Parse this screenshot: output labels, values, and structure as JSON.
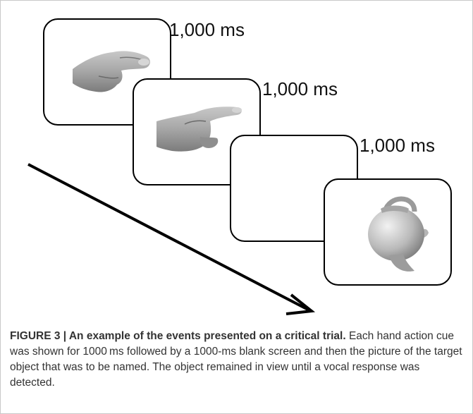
{
  "figure": {
    "frames": [
      {
        "content": "hand-fist-thumb-icon",
        "duration_label": "1,000 ms"
      },
      {
        "content": "hand-pointing-icon",
        "duration_label": "1,000 ms"
      },
      {
        "content": "blank",
        "duration_label": "1,000 ms"
      },
      {
        "content": "teapot-icon",
        "duration_label": ""
      }
    ],
    "caption": {
      "title": "FIGURE 3 | An example of the events presented on a critical trial.",
      "body": " Each hand action cue was shown for 1000 ms followed by a 1000-ms blank screen and then the picture of the target object that was to be named. The object remained in view until a vocal response was detected."
    }
  }
}
